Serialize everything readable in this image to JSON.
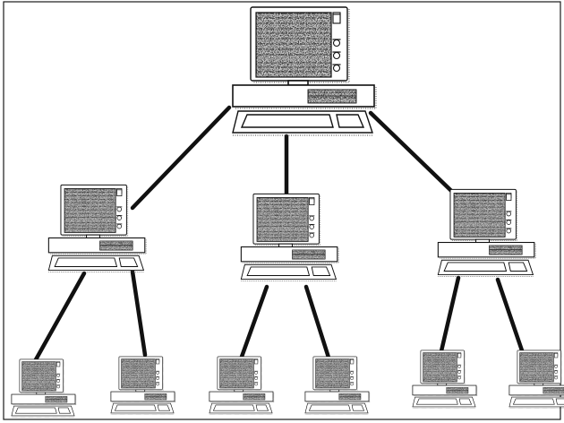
{
  "diagram": {
    "type": "hierarchical-network",
    "nodes": [
      {
        "id": "host",
        "level": 0,
        "icon": "desktop-computer-icon"
      },
      {
        "id": "mid-left",
        "level": 1,
        "parent": "host",
        "icon": "desktop-computer-icon"
      },
      {
        "id": "mid-center",
        "level": 1,
        "parent": "host",
        "icon": "desktop-computer-icon"
      },
      {
        "id": "mid-right",
        "level": 1,
        "parent": "host",
        "icon": "desktop-computer-icon"
      },
      {
        "id": "leaf-1",
        "level": 2,
        "parent": "mid-left",
        "icon": "desktop-computer-icon"
      },
      {
        "id": "leaf-2",
        "level": 2,
        "parent": "mid-left",
        "icon": "desktop-computer-icon"
      },
      {
        "id": "leaf-3",
        "level": 2,
        "parent": "mid-center",
        "icon": "desktop-computer-icon"
      },
      {
        "id": "leaf-4",
        "level": 2,
        "parent": "mid-center",
        "icon": "desktop-computer-icon"
      },
      {
        "id": "leaf-5",
        "level": 2,
        "parent": "mid-right",
        "icon": "desktop-computer-icon"
      },
      {
        "id": "leaf-6",
        "level": 2,
        "parent": "mid-right",
        "icon": "desktop-computer-icon"
      }
    ],
    "colors": {
      "line": "#111111",
      "background": "#ffffff"
    }
  }
}
